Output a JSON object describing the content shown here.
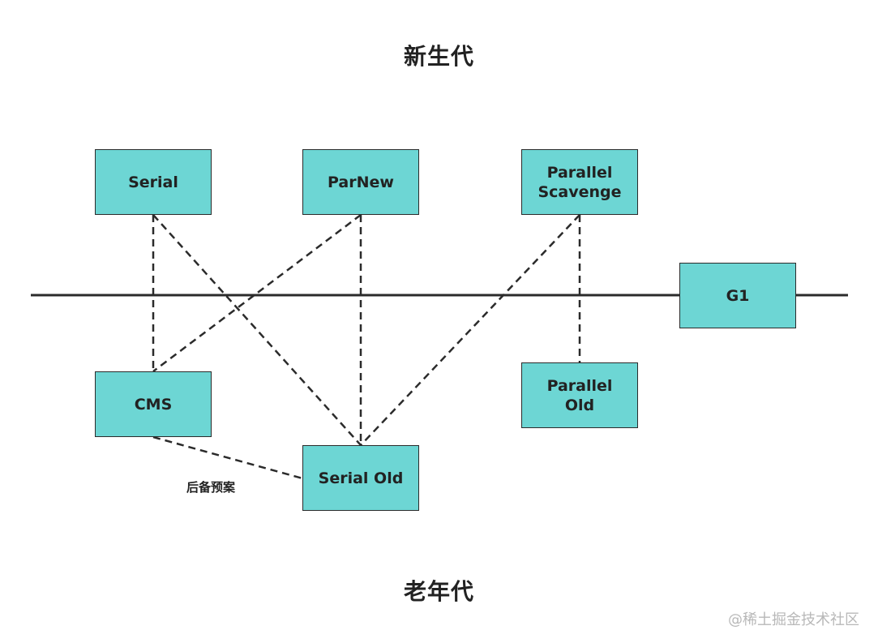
{
  "titles": {
    "young_generation": "新生代",
    "old_generation": "老年代"
  },
  "collectors": {
    "serial": "Serial",
    "parnew": "ParNew",
    "parallel_scavenge": [
      "Parallel",
      "Scavenge"
    ],
    "g1": "G1",
    "cms": "CMS",
    "parallel_old": [
      "Parallel",
      "Old"
    ],
    "serial_old": "Serial Old"
  },
  "annotations": {
    "fallback": "后备预案"
  },
  "connections": [
    [
      "Serial",
      "CMS"
    ],
    [
      "Serial",
      "Serial Old"
    ],
    [
      "ParNew",
      "CMS"
    ],
    [
      "ParNew",
      "Serial Old"
    ],
    [
      "Parallel Scavenge",
      "Serial Old"
    ],
    [
      "Parallel Scavenge",
      "Parallel Old"
    ],
    [
      "CMS",
      "Serial Old"
    ]
  ],
  "watermark": "@稀土掘金技术社区",
  "colors": {
    "box_fill": "#6dd6d4",
    "line": "#2b2b2b"
  }
}
